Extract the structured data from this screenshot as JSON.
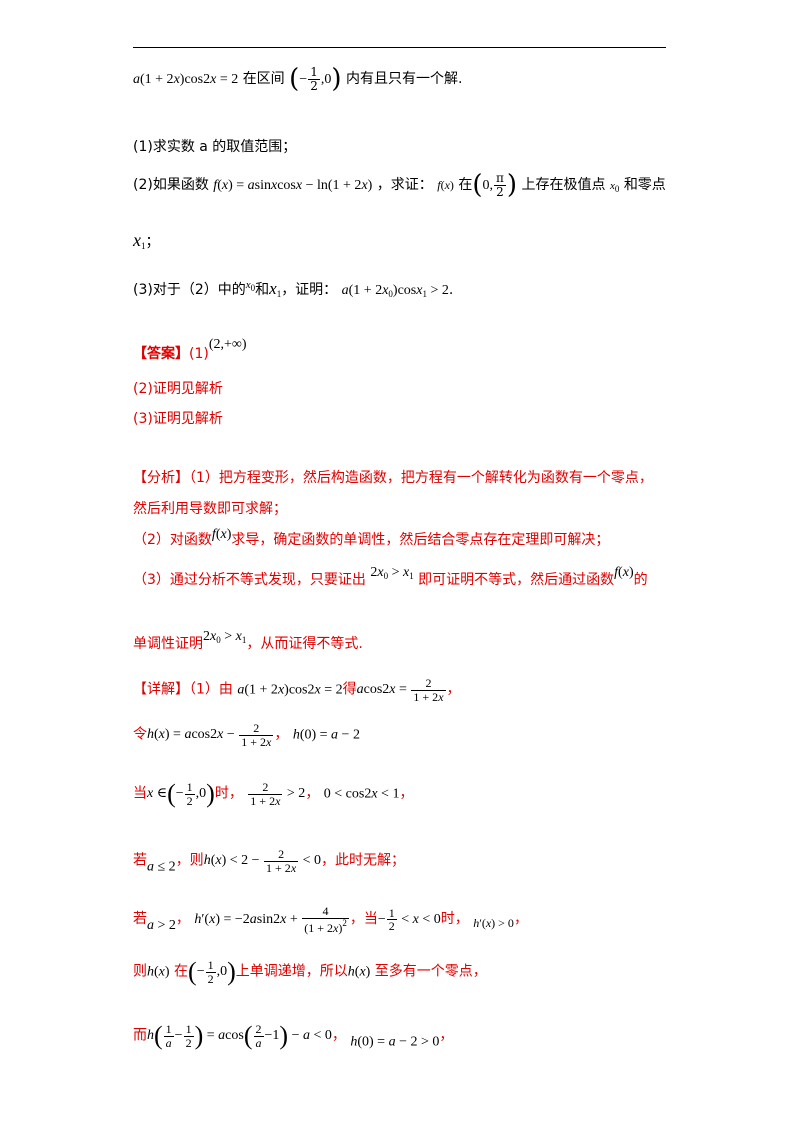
{
  "line1": {
    "eq": "a(1 + 2x)cos2x = 2",
    "t1": "在区间",
    "t2": "内有且只有一个解."
  },
  "q1": "(1)求实数 a 的取值范围；",
  "q2": {
    "t1": "(2)如果函数",
    "func": "f(x) = asinxcosx − ln(1 + 2x)",
    "t2": "，求证：",
    "t3": "在",
    "t4": "上存在极值点",
    "t5": "和零点"
  },
  "q2b": {
    "t1": "；"
  },
  "q3": {
    "t1": "(3)对于（2）中的",
    "t2": "和",
    "t3": "，证明：",
    "ineq": "a(1 + 2x₀)cosx₁ > 2",
    "t4": "."
  },
  "answer": {
    "label": "【答案】",
    "a1": "(1)",
    "a1v": "(2,+∞)",
    "a2": "(2)证明见解析",
    "a3": "(3)证明见解析"
  },
  "analysis": {
    "l1": "【分析】（1）把方程变形，然后构造函数，把方程有一个解转化为函数有一个零点，",
    "l2": "然后利用导数即可求解；",
    "l3a": "（2）对函数",
    "l3b": "求导，确定函数的单调性，然后结合零点存在定理即可解决；",
    "l4a": "（3）通过分析不等式发现，只要证出",
    "l4b": "即可证明不等式，然后通过函数",
    "l4c": "的",
    "l5a": "单调性证明",
    "l5b": "，从而证得不等式."
  },
  "detail": {
    "d1a": "【详解】（1）由",
    "d1b": "得",
    "d1c": "，",
    "d2a": "令",
    "d2b": "，",
    "d3a": "当",
    "d3b": "时，",
    "d3c": "，",
    "d3d": "，",
    "d4a": "若",
    "d4b": "，则",
    "d4c": "，此时无解；",
    "d5a": "若",
    "d5b": "，",
    "d5c": "，当",
    "d5d": "时，",
    "d5e": "，",
    "d6a": "则",
    "d6b": "在",
    "d6c": "上单调递增，所以",
    "d6d": "至多有一个零点，",
    "d7a": "而",
    "d7b": "，",
    "d7c": "，"
  }
}
